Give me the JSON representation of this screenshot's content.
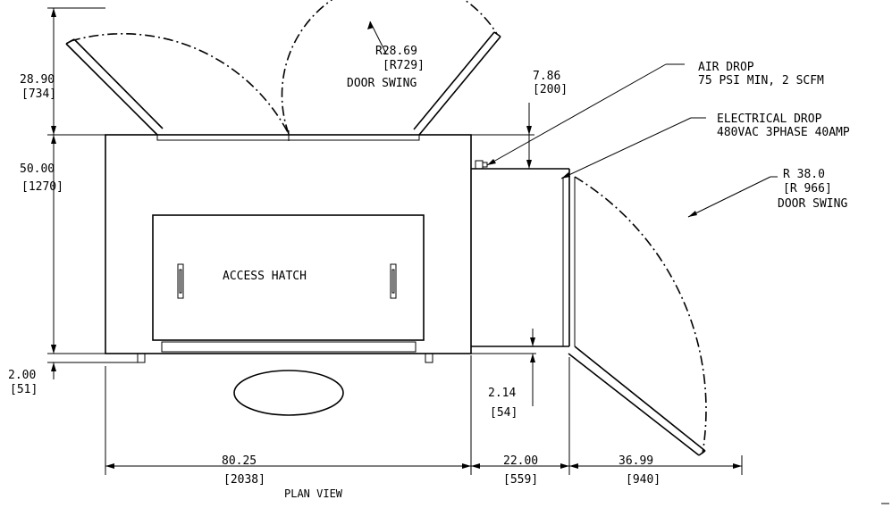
{
  "door_swing_top": {
    "radius": "R28.69",
    "radius_mm": "[R729]",
    "label": "DOOR SWING"
  },
  "top_dim": {
    "value": "28.90",
    "value_mm": "[734]"
  },
  "height_dim": {
    "value": "50.00",
    "value_mm": "[1270]"
  },
  "small_dim_left": {
    "value": "2.00",
    "value_mm": "[51]"
  },
  "air_drop_offset": {
    "value": "7.86",
    "value_mm": "[200]"
  },
  "air_drop": {
    "line1": "AIR DROP",
    "line2": "75 PSI MIN, 2 SCFM"
  },
  "electrical_drop": {
    "line1": "ELECTRICAL DROP",
    "line2": "480VAC 3PHASE 40AMP"
  },
  "door_swing_right": {
    "radius": "R 38.0",
    "radius_mm": "[R 966]",
    "label": "DOOR SWING"
  },
  "access_hatch": {
    "label": "ACCESS HATCH"
  },
  "bottom_offset_dim": {
    "value": "2.14",
    "value_mm": "[54]"
  },
  "width_main": {
    "value": "80.25",
    "value_mm": "[2038]"
  },
  "width_ext": {
    "value": "22.00",
    "value_mm": "[559]"
  },
  "width_door": {
    "value": "36.99",
    "value_mm": "[940]"
  },
  "view_title": "PLAN VIEW"
}
